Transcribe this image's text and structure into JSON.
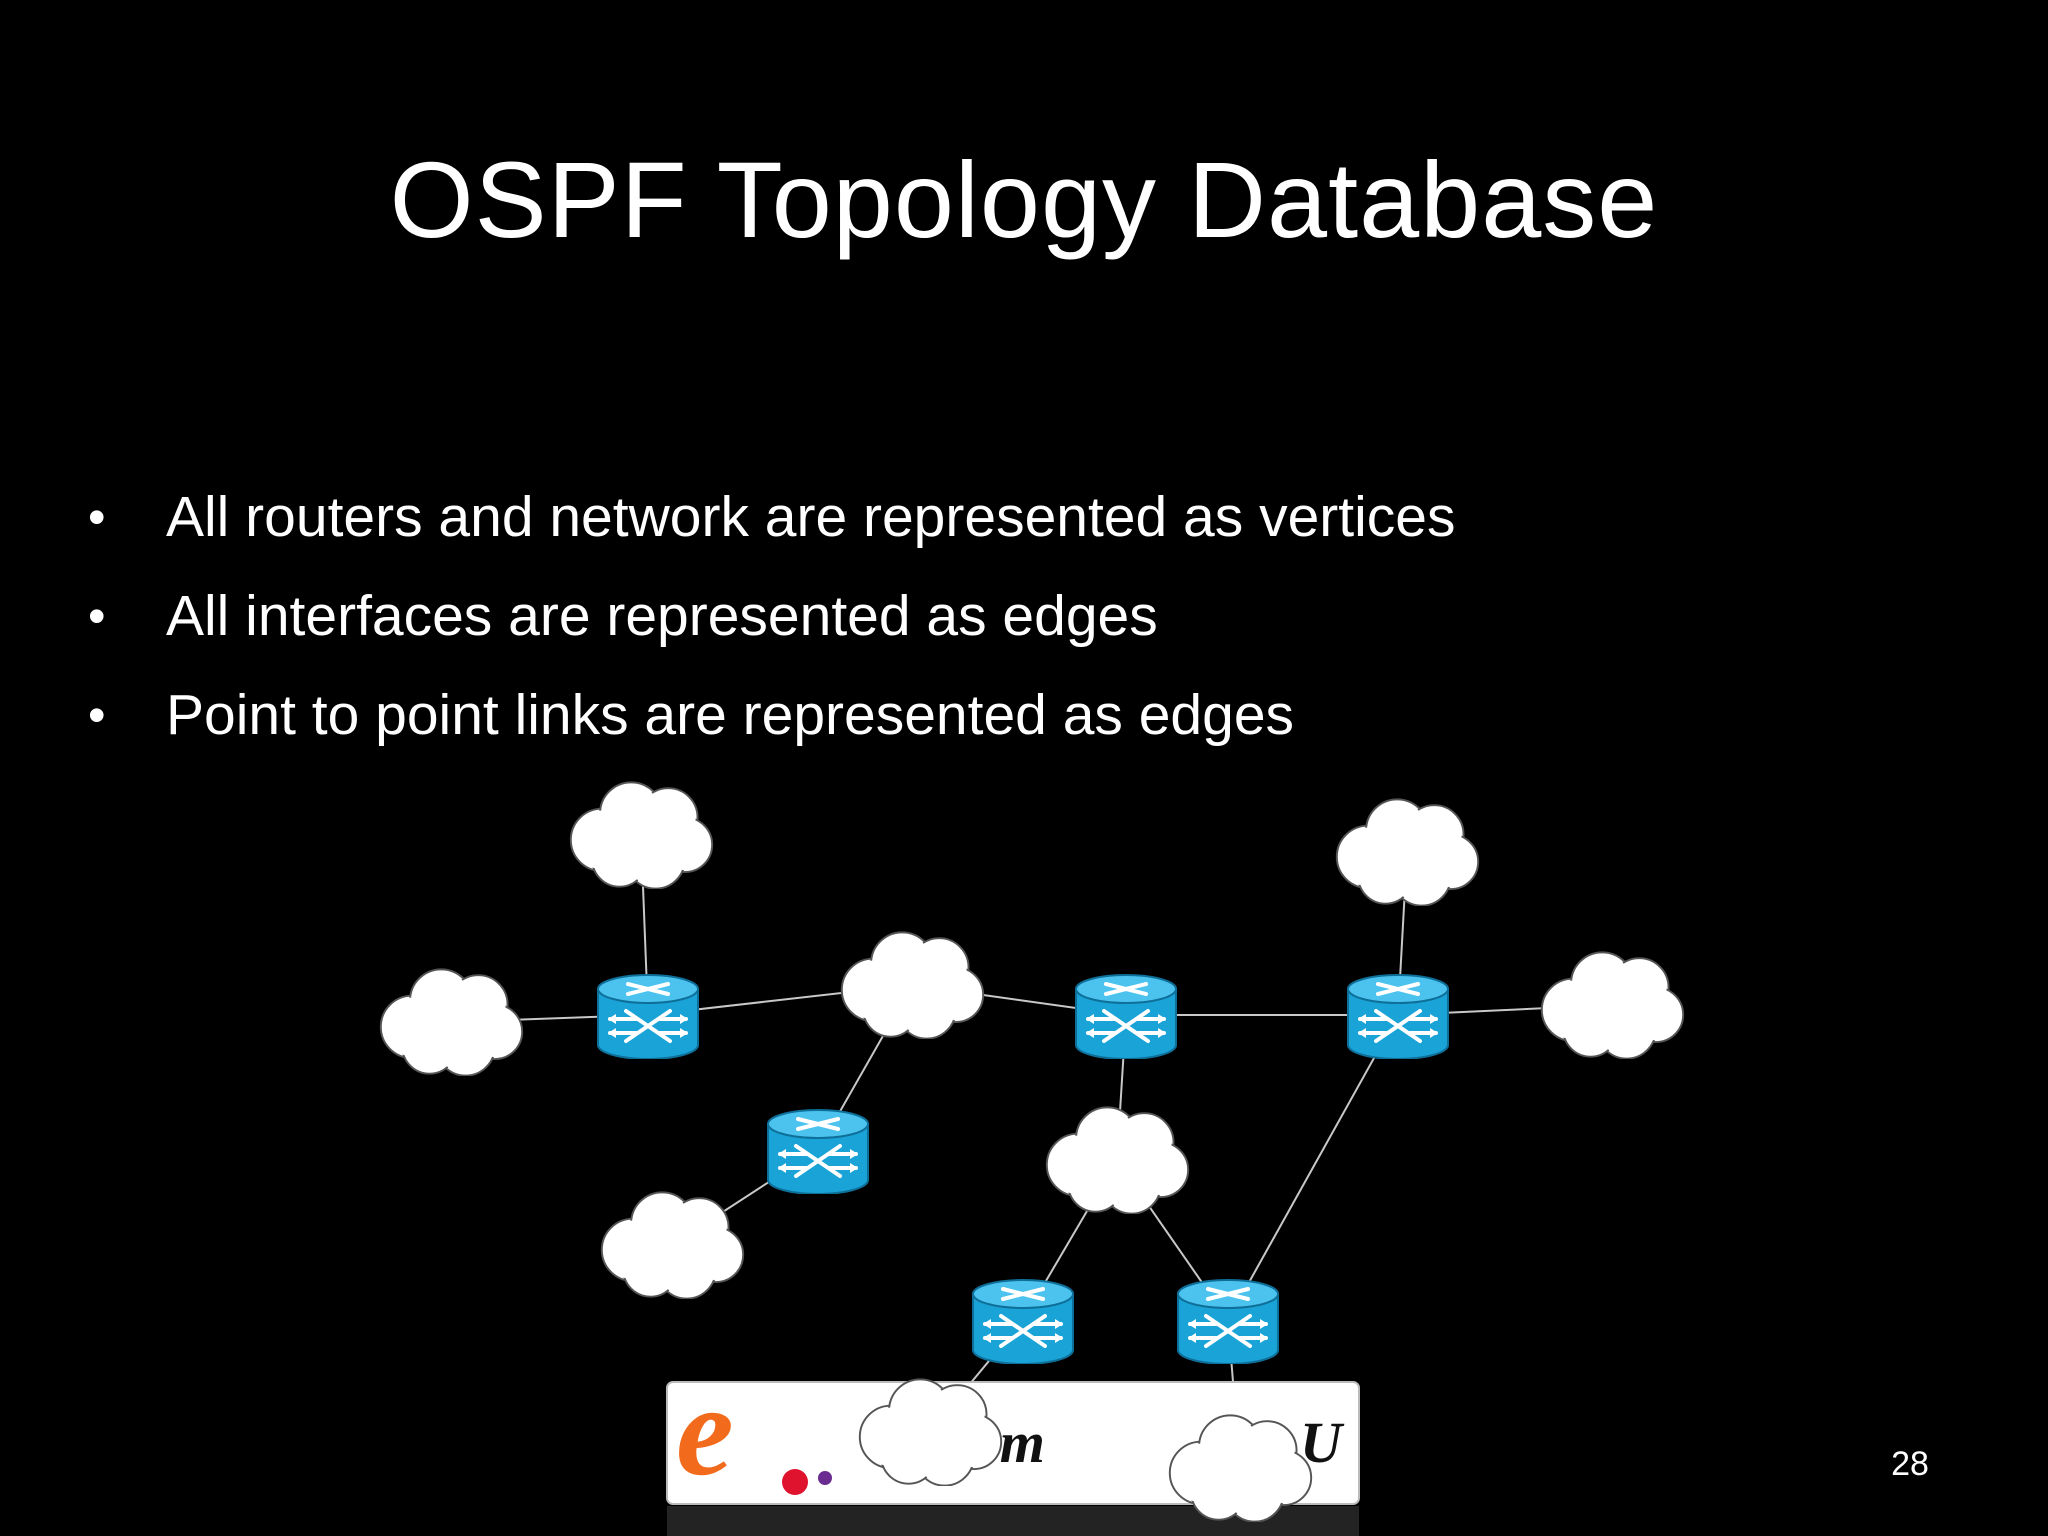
{
  "slide": {
    "title": "OSPF Topology Database",
    "bullets": [
      "All routers and network are represented as vertices",
      "All interfaces are represented as edges",
      "Point to point links are represented as edges"
    ],
    "bullet_glyph": "•",
    "page_number": "28"
  },
  "logo": {
    "letter": "e",
    "visible_text": "dem",
    "visible_text_2": "U",
    "brand_color": "#f26b1d",
    "accent_color": "#e0132f",
    "dot_color": "#6b2c91"
  },
  "diagram": {
    "router_color": "#1aa3d6",
    "router_top_color": "#4cc3ee",
    "cloud_color": "#ffffff",
    "line_color": "#c8c8c8",
    "nodes": [
      {
        "id": "net-top-left",
        "kind": "cloud",
        "icon": "cloud-icon"
      },
      {
        "id": "net-far-left",
        "kind": "cloud",
        "icon": "cloud-icon"
      },
      {
        "id": "net-mid-left",
        "kind": "cloud",
        "icon": "cloud-icon"
      },
      {
        "id": "net-bottom-left",
        "kind": "cloud",
        "icon": "cloud-icon"
      },
      {
        "id": "net-center",
        "kind": "cloud",
        "icon": "cloud-icon"
      },
      {
        "id": "net-top-right",
        "kind": "cloud",
        "icon": "cloud-icon"
      },
      {
        "id": "net-far-right",
        "kind": "cloud",
        "icon": "cloud-icon"
      },
      {
        "id": "net-bottom-mid",
        "kind": "cloud",
        "icon": "cloud-icon"
      },
      {
        "id": "net-bottom-right",
        "kind": "cloud",
        "icon": "cloud-icon"
      },
      {
        "id": "router-left",
        "kind": "router",
        "icon": "router-icon"
      },
      {
        "id": "router-lower-left",
        "kind": "router",
        "icon": "router-icon"
      },
      {
        "id": "router-center",
        "kind": "router",
        "icon": "router-icon"
      },
      {
        "id": "router-right",
        "kind": "router",
        "icon": "router-icon"
      },
      {
        "id": "router-bottom-left",
        "kind": "router",
        "icon": "router-icon"
      },
      {
        "id": "router-bottom-right",
        "kind": "router",
        "icon": "router-icon"
      }
    ],
    "edges": [
      [
        "router-left",
        "net-top-left"
      ],
      [
        "router-left",
        "net-far-left"
      ],
      [
        "router-left",
        "net-mid-left"
      ],
      [
        "net-mid-left",
        "router-center"
      ],
      [
        "net-mid-left",
        "router-lower-left"
      ],
      [
        "router-lower-left",
        "net-bottom-left"
      ],
      [
        "router-center",
        "router-right"
      ],
      [
        "router-right",
        "net-top-right"
      ],
      [
        "router-right",
        "net-far-right"
      ],
      [
        "router-center",
        "net-center"
      ],
      [
        "net-center",
        "router-bottom-left"
      ],
      [
        "net-center",
        "router-bottom-right"
      ],
      [
        "router-right",
        "router-bottom-right"
      ],
      [
        "router-bottom-left",
        "net-bottom-mid"
      ],
      [
        "router-bottom-right",
        "net-bottom-right"
      ]
    ]
  }
}
